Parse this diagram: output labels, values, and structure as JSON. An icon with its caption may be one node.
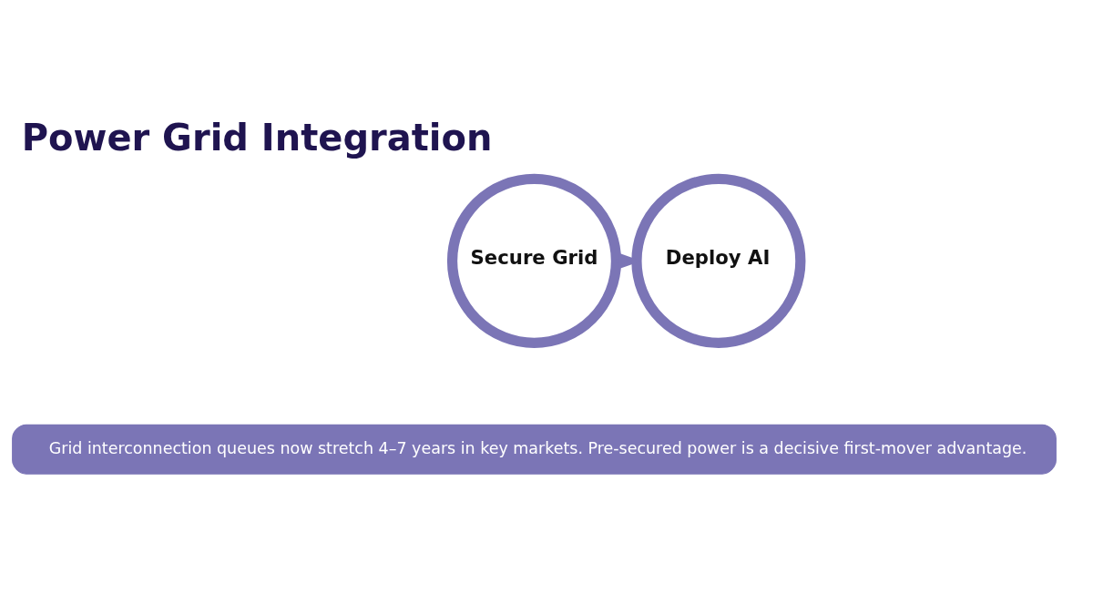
{
  "diagram": {
    "title": "Power Grid Integration",
    "nodes": [
      {
        "text": [
          "Secure Grid"
        ]
      },
      {
        "text": [
          "Deploy AI"
        ]
      },
      {
        "text": [
          "Grid interconnection queues now stretch 4–7 years in key markets. Pre-secured power is a decisive first-mover advantage."
        ]
      }
    ],
    "edges": [
      {
        "from": 0,
        "to": 1,
        "arrow": "to"
      }
    ]
  }
}
